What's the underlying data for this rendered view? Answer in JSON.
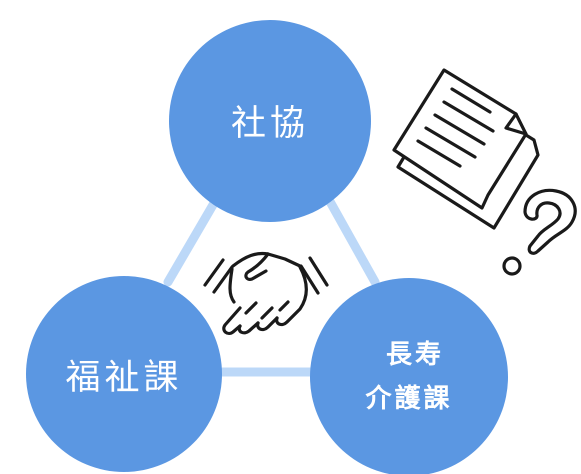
{
  "nodes": {
    "top": {
      "label": "社協"
    },
    "left": {
      "label": "福祉課"
    },
    "right": {
      "line1": "長寿",
      "line2": "介護課"
    }
  },
  "icons": {
    "center": "handshake-icon",
    "documents": "documents-icon",
    "question": "question-mark-icon"
  },
  "colors": {
    "node_fill": "#5b97e2",
    "connector": "#bcd8f8",
    "node_text": "#ffffff",
    "icon_stroke": "#1a1a1a"
  }
}
